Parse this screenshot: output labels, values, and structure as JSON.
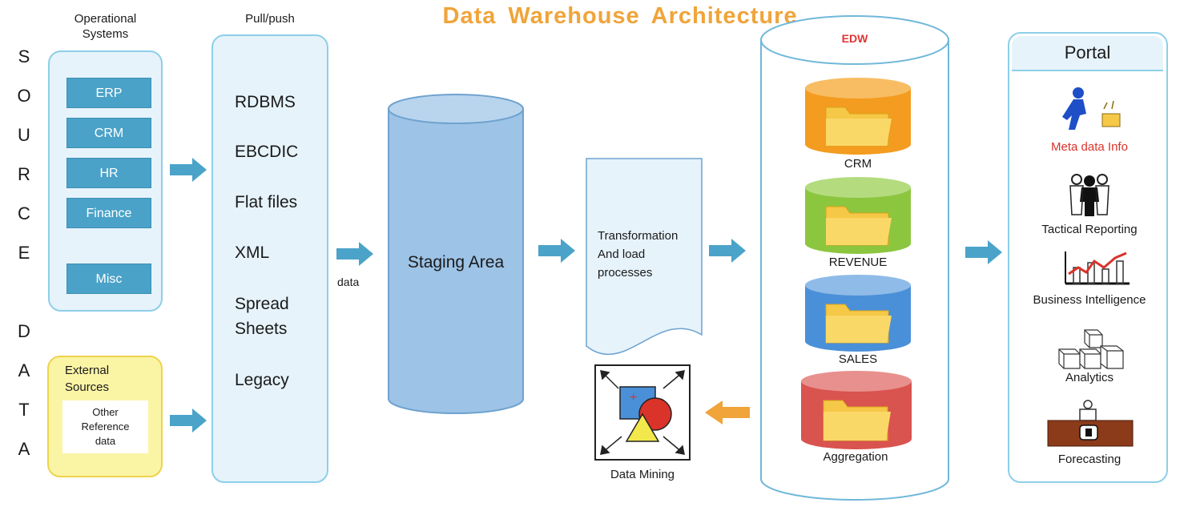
{
  "title": "Data Warehouse Architecture",
  "source_letters": [
    "S",
    "O",
    "U",
    "R",
    "C",
    "E",
    "",
    "D",
    "A",
    "T",
    "A"
  ],
  "operational": {
    "heading_line1": "Operational",
    "heading_line2": "Systems",
    "items": [
      "ERP",
      "CRM",
      "HR",
      "Finance",
      "Misc"
    ]
  },
  "external": {
    "label_line1": "External",
    "label_line2": "Sources",
    "inner_line1": "Other",
    "inner_line2": "Reference",
    "inner_line3": "data"
  },
  "pullpush": {
    "heading": "Pull/push",
    "items": [
      "RDBMS",
      "EBCDIC",
      "Flat files",
      "XML",
      "Spread",
      "Sheets",
      "Legacy"
    ]
  },
  "data_label": "data",
  "staging": {
    "label": "Staging Area"
  },
  "transformation": {
    "line1": "Transformation",
    "line2": "And load",
    "line3": "processes"
  },
  "data_mining": {
    "label": "Data  Mining"
  },
  "edw": {
    "label": "EDW",
    "cylinders": [
      {
        "label": "CRM",
        "color": "#f39c1f"
      },
      {
        "label": "REVENUE",
        "color": "#8cc63f"
      },
      {
        "label": "SALES",
        "color": "#4a90d9"
      },
      {
        "label": "Aggregation",
        "color": "#d9534f"
      }
    ]
  },
  "portal": {
    "heading": "Portal",
    "items": [
      {
        "label": "Meta data Info",
        "icon": "meta-data-icon",
        "color": "#d9332a"
      },
      {
        "label": "Tactical Reporting",
        "icon": "people-icon",
        "color": "#1a1a1a"
      },
      {
        "label": "Business  Intelligence",
        "icon": "chart-icon",
        "color": "#1a1a1a"
      },
      {
        "label": "Analytics",
        "icon": "cubes-icon",
        "color": "#1a1a1a"
      },
      {
        "label": "Forecasting",
        "icon": "forecasting-icon",
        "color": "#1a1a1a"
      }
    ]
  },
  "colors": {
    "title": "#f0a43a",
    "arrow": "#4ba3c9",
    "arrow_back": "#f0a43a",
    "box_border": "#8ccfe9"
  }
}
